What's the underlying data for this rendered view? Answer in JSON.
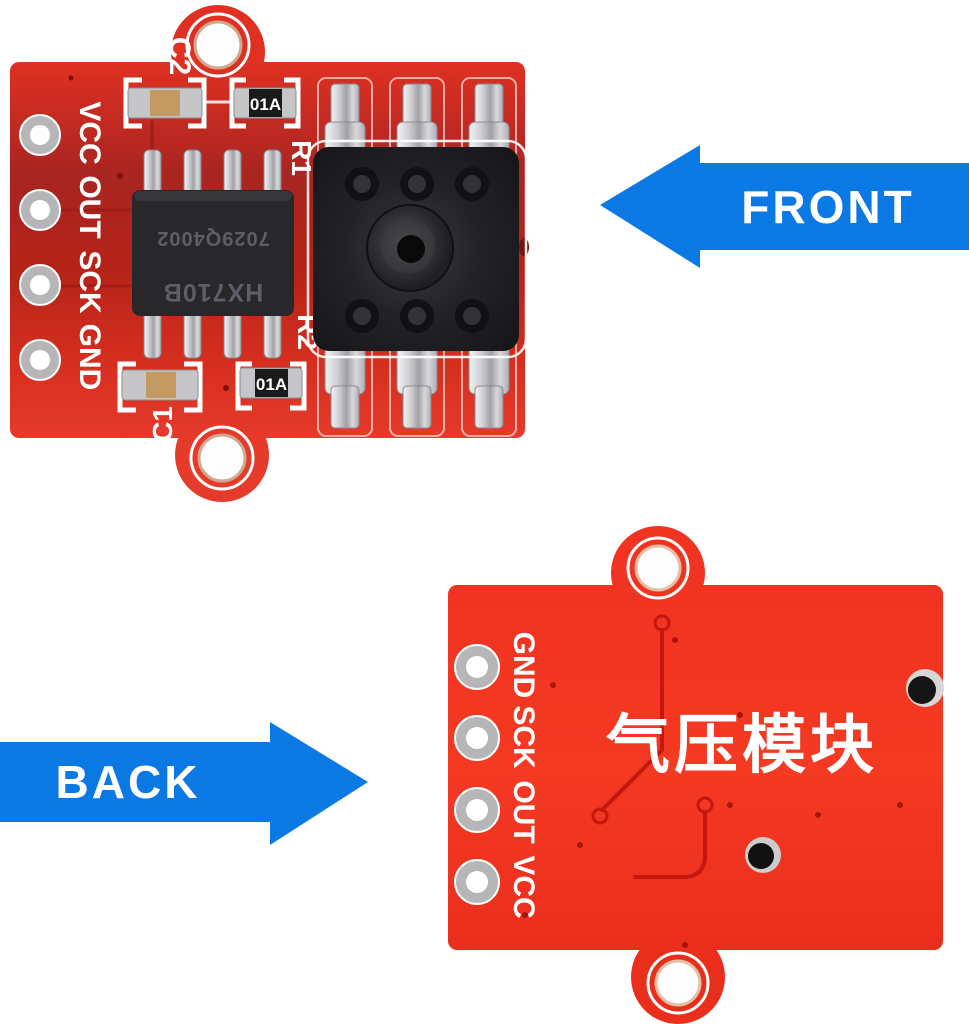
{
  "front_module": {
    "arrow_label": "FRONT",
    "pins": [
      "VCC",
      "OUT",
      "SCK",
      "GND"
    ],
    "silkscreen": {
      "c2": "C2",
      "r1": "R1",
      "r2": "R2",
      "c1": "C1"
    },
    "resistor_marking": "01A",
    "chip": {
      "part": "HX710B",
      "lot": "7029Q4002"
    }
  },
  "back_module": {
    "arrow_label": "BACK",
    "pins": [
      "GND",
      "SCK",
      "OUT",
      "VCC"
    ],
    "label_cn": "气压模块"
  },
  "colors": {
    "arrow_blue": "#0b79e3",
    "pcb_red_front": "#c22619",
    "pcb_red_back": "#f23a22",
    "silkscreen_white": "#ffffff"
  }
}
